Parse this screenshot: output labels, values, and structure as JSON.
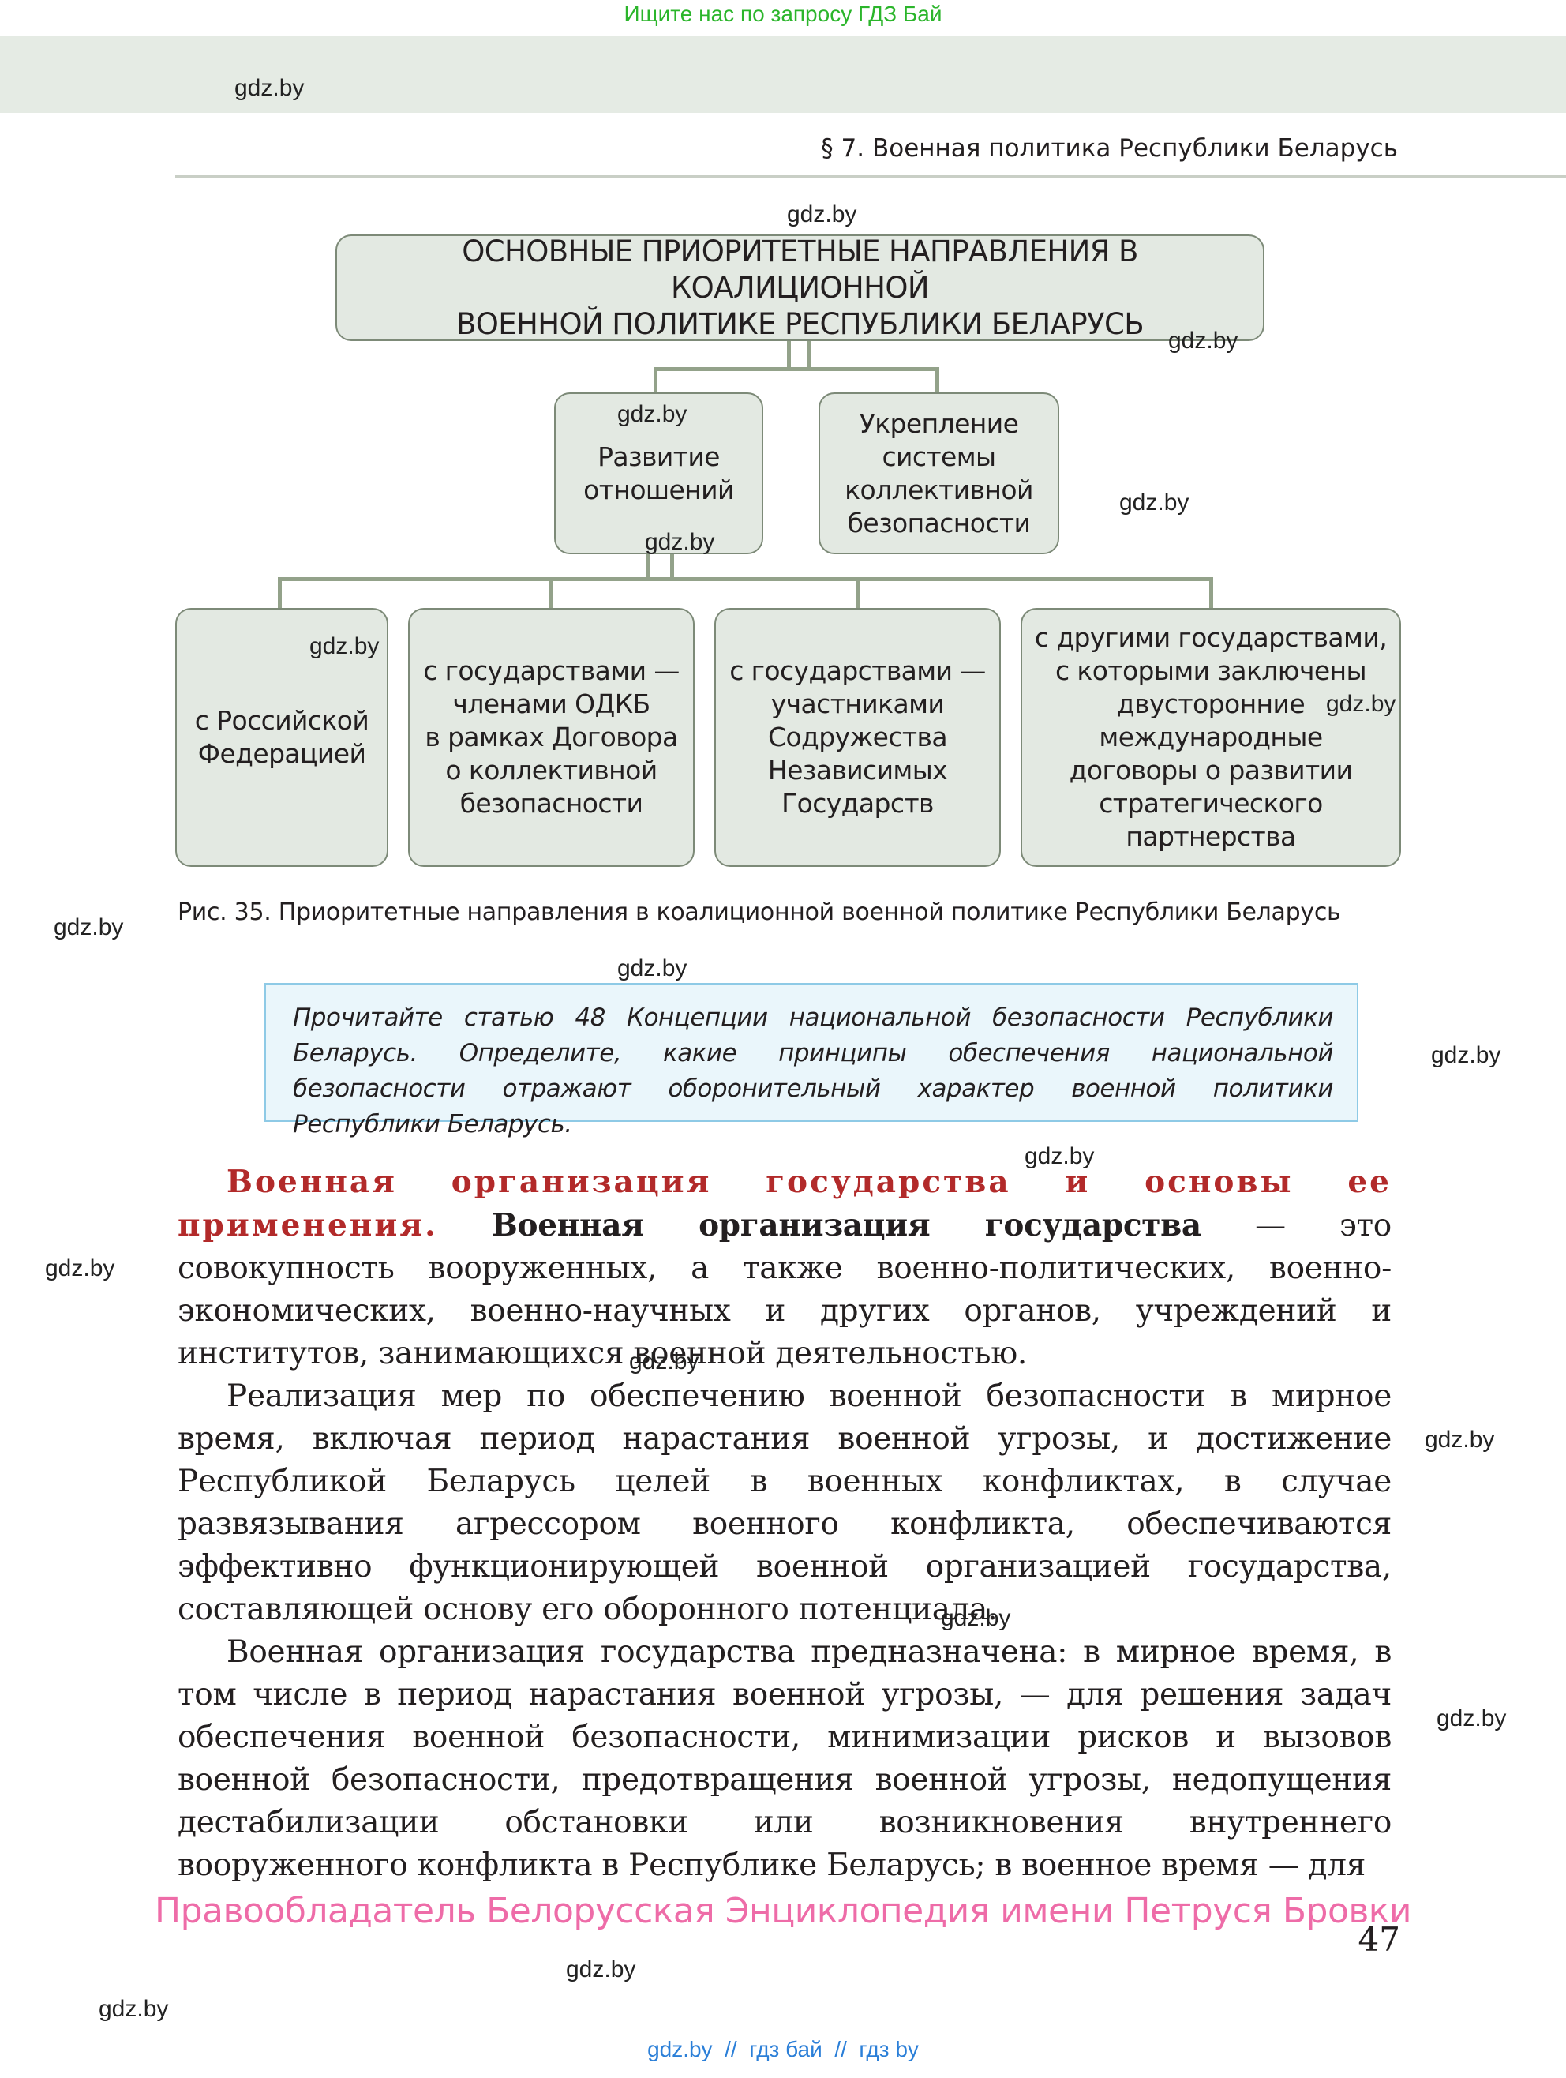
{
  "top_notice": "Ищите нас по запросу ГДЗ Бай",
  "watermark": "gdz.by",
  "running_head": "§ 7. Военная политика Республики Беларусь",
  "diagram": {
    "title_lines": [
      "ОСНОВНЫЕ ПРИОРИТЕТНЫЕ НАПРАВЛЕНИЯ В КОАЛИЦИОННОЙ",
      "ВОЕННОЙ ПОЛИТИКЕ РЕСПУБЛИКИ БЕЛАРУСЬ"
    ],
    "middle": [
      {
        "lines": [
          "Развитие",
          "отношений"
        ]
      },
      {
        "lines": [
          "Укрепление",
          "системы",
          "коллективной",
          "безопасности"
        ]
      }
    ],
    "bottom": [
      {
        "lines": [
          "с Российской",
          "Федерацией"
        ]
      },
      {
        "lines": [
          "с государствами —",
          "членами ОДКБ",
          "в рамках Договора",
          "о коллективной",
          "безопасности"
        ]
      },
      {
        "lines": [
          "с государствами —",
          "участниками",
          "Содружества",
          "Независимых",
          "Государств"
        ]
      },
      {
        "lines": [
          "с другими государствами,",
          "с которыми заключены",
          "двусторонние",
          "международные",
          "договоры о развитии",
          "стратегического",
          "партнерства"
        ]
      }
    ]
  },
  "figure_caption": "Рис. 35. Приоритетные направления в коалиционной военной политике Республики Беларусь",
  "task_text": "Прочитайте статью 48 Концепции национальной безопасности Республики Беларусь. Определите, какие принципы обеспечения национальной безопасности отражают оборонительный характер военной политики Республики Беларусь.",
  "body": {
    "section_heading": "Военная организация государства и основы ее применения.",
    "term": "Военная организация государства",
    "definition": " — это совокупность вооруженных, а также военно-политических, военно-экономических, военно-научных и других органов, учреждений и институтов, занимающихся военной деятельностью.",
    "paragraph2": "Реализация мер по обеспечению военной безопасности в мирное время, включая период нарастания военной угрозы, и достижение Республикой Беларусь целей в военных конфликтах, в случае развязывания агрессором военного конфликта, обеспечиваются эффективно функционирующей военной организацией государства, составляющей основу его оборонного потенциала.",
    "paragraph3": "Военная организация государства предназначена: в мирное время, в том числе в период нарастания военной угрозы, — для решения задач обеспечения военной безопасности, минимизации рисков и вызовов военной безопасности, предотвращения военной угрозы, недопущения дестабилизации обстановки или возникновения внутреннего вооруженного конфликта в Республике Беларусь; в военное время — для"
  },
  "copyright": "Правообладатель Белорусская Энциклопедия имени Петруся Бровки",
  "page_number": "47",
  "footer_links": "gdz.by  //  гдз бай  //  гдз by"
}
